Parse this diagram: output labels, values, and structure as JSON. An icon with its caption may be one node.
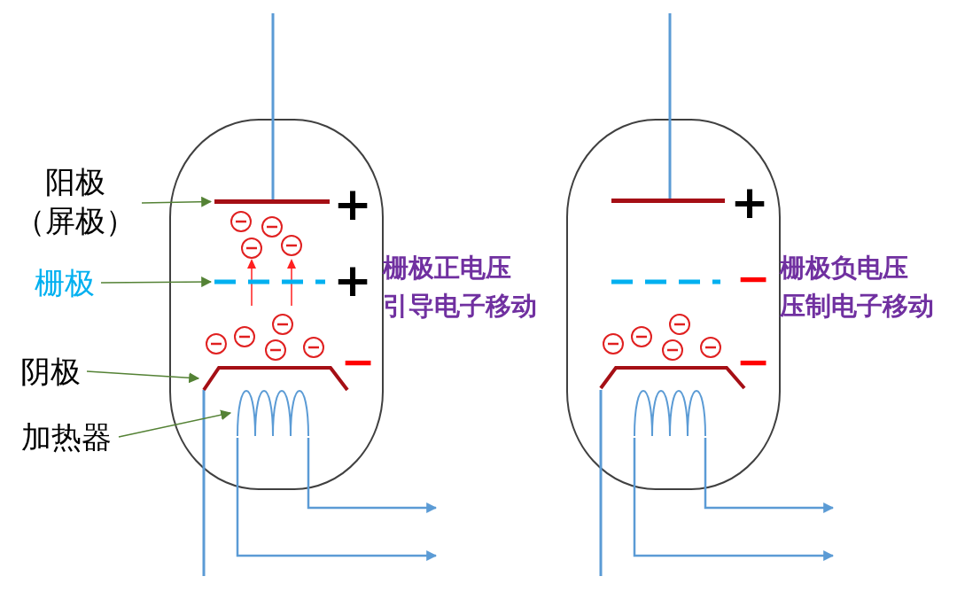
{
  "diagram": {
    "nodes": [
      {
        "text": [
          "阳极",
          "（屏极）"
        ]
      },
      {
        "text": [
          "栅极"
        ]
      },
      {
        "text": [
          "阴极"
        ]
      },
      {
        "text": [
          "加热器"
        ]
      },
      {
        "text": [],
        "shape": "bar"
      },
      {
        "text": [],
        "shape": "bar"
      },
      {
        "text": [],
        "shape": "bar"
      },
      {
        "text": [],
        "shape": "coil"
      },
      {
        "text": [],
        "shape": "coil"
      }
    ],
    "edges": [
      {
        "from": 0,
        "to": 4,
        "arrow": "to",
        "color": "#548235"
      },
      {
        "from": 1,
        "to": 5,
        "arrow": "to",
        "color": "#548235"
      },
      {
        "from": 2,
        "to": 6,
        "arrow": "to",
        "color": "#548235"
      },
      {
        "from": 3,
        "to": 7,
        "arrow": "to",
        "color": "#548235"
      },
      {
        "from": 7,
        "to": null,
        "arrow": "to",
        "color": "#5b9bd5"
      },
      {
        "from": 7,
        "to": null,
        "arrow": "to",
        "color": "#5b9bd5"
      },
      {
        "from": 8,
        "to": null,
        "arrow": "to",
        "color": "#5b9bd5"
      },
      {
        "from": 8,
        "to": null,
        "arrow": "to",
        "color": "#5b9bd5"
      }
    ],
    "labels": [
      "+",
      "+",
      "−",
      "栅极正电压",
      "引导电子移动",
      "+",
      "−",
      "−",
      "栅极负电压",
      "压制电子移动"
    ]
  }
}
